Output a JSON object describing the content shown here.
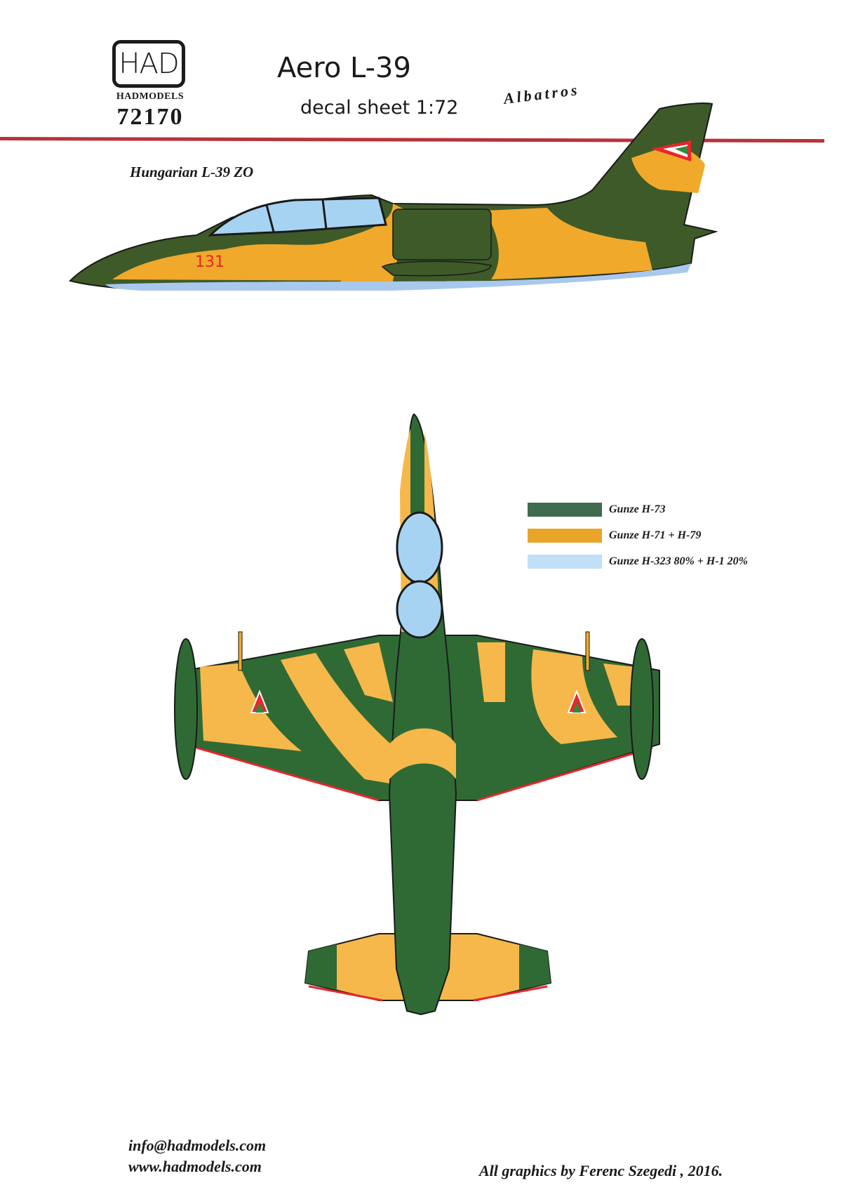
{
  "logo": {
    "mark": "HAD",
    "brand": "HADMODELS",
    "product_code": "72170"
  },
  "header": {
    "title": "Aero L-39",
    "subtitle": "decal sheet 1:72",
    "script_name": "Albatros"
  },
  "profile": {
    "variant_label": "Hungarian L-39 ZO",
    "tail_number": "131"
  },
  "legend": {
    "items": [
      {
        "label": "Gunze H-73",
        "color": "#3f6b4f"
      },
      {
        "label": "Gunze H-71 + H-79",
        "color": "#e9a52a"
      },
      {
        "label": "Gunze H-323 80% + H-1 20%",
        "color": "#bfe0f6"
      }
    ]
  },
  "colors": {
    "camo_green": "#2f6a35",
    "camo_dark_green": "#3e5a28",
    "camo_yellow": "#f0a92a",
    "camo_light_yellow": "#f6b84a",
    "underside_blue": "#a9c8ee",
    "canopy_blue": "#a7d3f3",
    "rule_red": "#b7333a",
    "marking_red": "#e8262b"
  },
  "footer": {
    "email": "info@hadmodels.com",
    "website": "www.hadmodels.com",
    "credit": "All graphics by Ferenc Szegedi , 2016."
  }
}
